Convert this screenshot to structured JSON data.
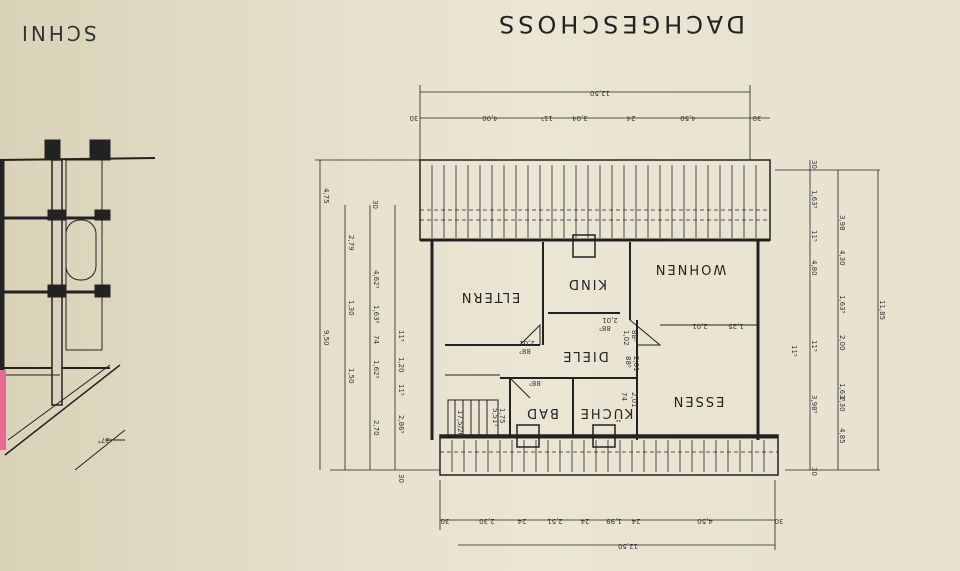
{
  "title": "DACHGESCHOSS",
  "section_title": "SCHNI",
  "rooms": {
    "wohnen": "WOHNEN",
    "kind": "KIND",
    "eltern": "ELTERN",
    "diele": "DIELE",
    "essen": "ESSEN",
    "kueche": "KÜCHE",
    "bad": "BAD"
  },
  "dims_top": {
    "total": "12,50",
    "a": "30",
    "b": "4,50",
    "c": "24",
    "d": "3,04",
    "e": "11⁵",
    "f": "4,00",
    "g": "30"
  },
  "dims_bottom": {
    "total": "12,50",
    "a": "30",
    "b": "2,30",
    "c": "24",
    "d": "2,51",
    "e": "24",
    "f": "1,99",
    "g": "24",
    "h": "4,50",
    "i": "30"
  },
  "dims_left": {
    "total": "9,50",
    "a": "4,75",
    "b": "30",
    "c": "2,79",
    "d": "1,30",
    "e": "4,62⁵",
    "f": "1,63⁵",
    "g": "11⁵",
    "h": "74",
    "i": "1,20",
    "j": "1,50",
    "k": "1,62⁵",
    "l": "11⁵",
    "m": "2,70",
    "n": "2,86⁵",
    "o": "30"
  },
  "dims_right": {
    "total": "11,85",
    "a": "30",
    "b": "1,63⁵",
    "c": "3,98",
    "d": "11⁵",
    "e": "4,30",
    "f": "4,80",
    "g": "1,63⁵",
    "h": "2,00",
    "i": "11⁵",
    "j": "1,63⁵",
    "k": "1,30",
    "l": "3,98⁵",
    "m": "4,85",
    "n": "30"
  },
  "inner_dims": {
    "kind_door": "2,01",
    "kind_door2": "88⁵",
    "wall1": "88⁵",
    "wall2": "1,02",
    "wohnen_1": "2,01",
    "wohnen_2": "1,25",
    "eltern_door": "2,01",
    "eltern_door2": "88⁵",
    "diele_1": "88⁵",
    "diele_2": "2,01",
    "kueche_1": "74",
    "kueche_2": "2,01",
    "bad_1": "88⁵",
    "stair_1": "5,51⁵",
    "stair_2": "1,75",
    "stair_3": "17,5/26",
    "essen_1": "11⁵"
  },
  "angle_label": "37°"
}
